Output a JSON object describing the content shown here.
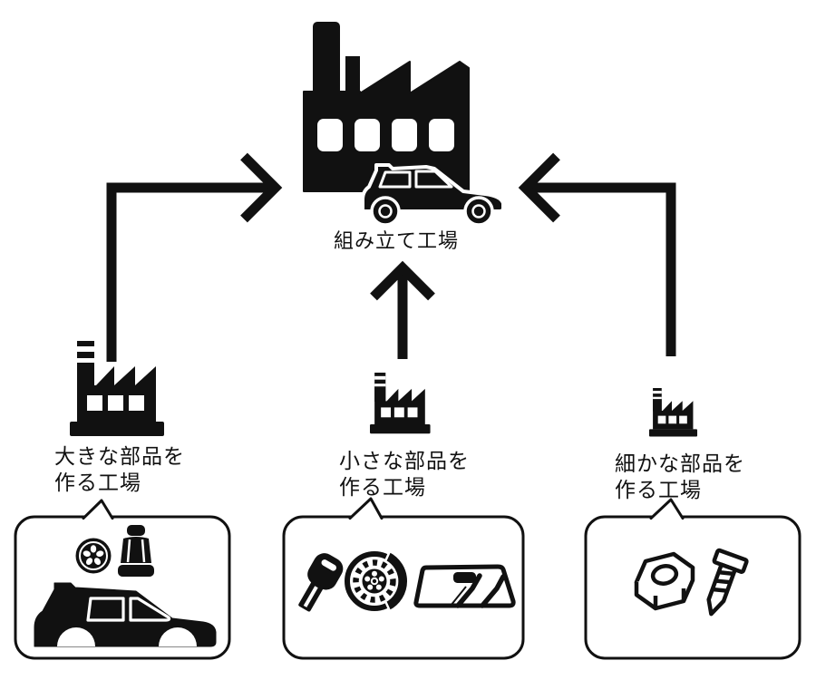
{
  "diagram": {
    "colors": {
      "ink": "#111111",
      "background": "#ffffff"
    },
    "assembly_factory": {
      "label": "組み立て工場",
      "icons": [
        "factory-icon",
        "car-icon"
      ]
    },
    "suppliers": [
      {
        "id": "large-parts",
        "label": [
          "大きな部品を",
          "作る工場"
        ],
        "icon": "factory-icon",
        "arrow_to": "assembly-factory",
        "parts_icons": [
          "tire-icon",
          "car-seat-icon",
          "car-body-icon"
        ]
      },
      {
        "id": "small-parts",
        "label": [
          "小さな部品を",
          "作る工場"
        ],
        "icon": "factory-icon",
        "arrow_to": "assembly-factory",
        "parts_icons": [
          "car-key-icon",
          "brake-disc-icon",
          "windshield-icon"
        ]
      },
      {
        "id": "fine-parts",
        "label": [
          "細かな部品を",
          "作る工場"
        ],
        "icon": "factory-icon",
        "arrow_to": "assembly-factory",
        "parts_icons": [
          "hex-nut-icon",
          "screw-icon"
        ]
      }
    ]
  }
}
